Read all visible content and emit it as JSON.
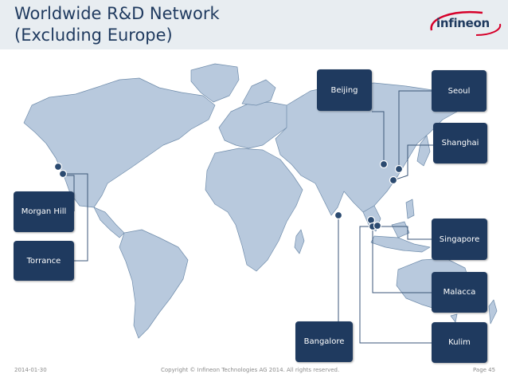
{
  "title": {
    "line1": "Worldwide R&D Network",
    "line2": "(Excluding Europe)"
  },
  "logo": {
    "text": "infineon"
  },
  "locations": [
    {
      "name": "Beijing"
    },
    {
      "name": "Seoul"
    },
    {
      "name": "Shanghai"
    },
    {
      "name": "Morgan Hill"
    },
    {
      "name": "Torrance"
    },
    {
      "name": "Singapore"
    },
    {
      "name": "Malacca"
    },
    {
      "name": "Bangalore"
    },
    {
      "name": "Kulim"
    }
  ],
  "footer": {
    "date": "2014-01-30",
    "copyright": "Copyright © Infineon Technologies AG 2014. All rights reserved.",
    "page": "Page 45"
  },
  "colors": {
    "box": "#1f3a5f",
    "land": "#b8c9dd",
    "land_border": "#6f8cab",
    "header": "#e8edf1",
    "marker": "#2b4a70"
  }
}
